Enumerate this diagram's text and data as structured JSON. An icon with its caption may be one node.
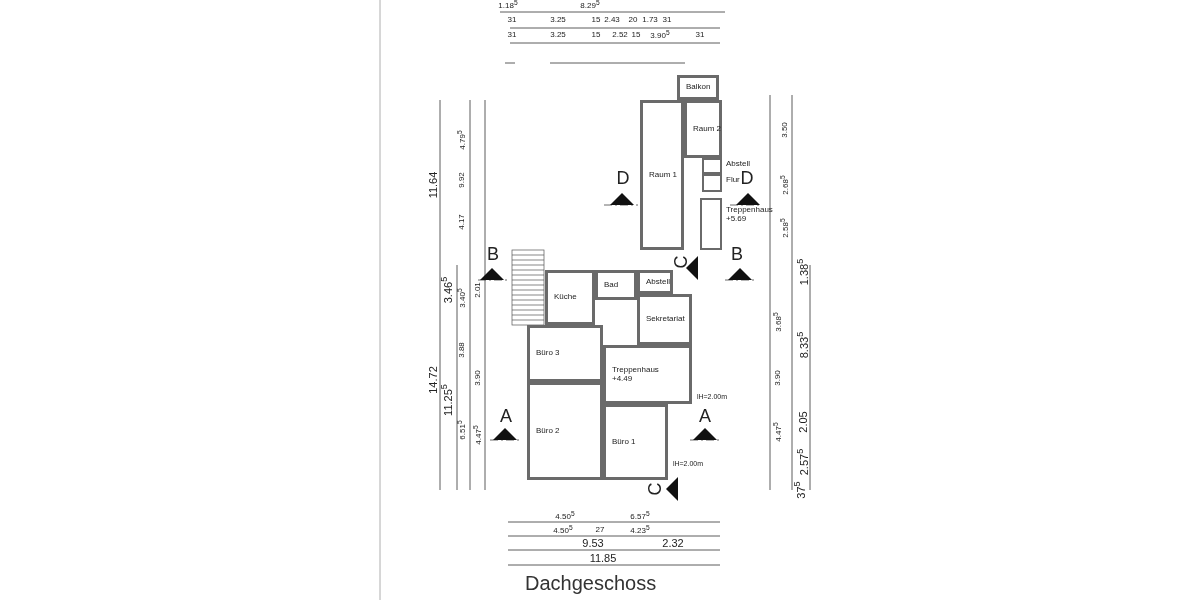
{
  "diagram": {
    "caption": "Dachgeschoss",
    "nodes": [
      {
        "text": [
          "Balkon"
        ]
      },
      {
        "text": [
          "Raum 1"
        ]
      },
      {
        "text": [
          "Raum 2"
        ]
      },
      {
        "text": [],
        "shape": "box",
        "beside": [
          "Abstell"
        ]
      },
      {
        "text": [],
        "shape": "box",
        "beside": [
          "Flur"
        ]
      },
      {
        "text": [],
        "shape": "box",
        "beside": [
          "Treppenhaus",
          "+5.69"
        ]
      },
      {
        "text": [
          "Küche"
        ]
      },
      {
        "text": [
          "Bad"
        ]
      },
      {
        "text": [
          "Abstell"
        ]
      },
      {
        "text": [
          "Sekretariat"
        ]
      },
      {
        "text": [
          "Büro 3"
        ]
      },
      {
        "text": [
          "Treppenhaus",
          "+4.49"
        ]
      },
      {
        "text": [
          "Büro 2"
        ]
      },
      {
        "text": [
          "Büro 1"
        ]
      }
    ],
    "edges": [],
    "labels": [
      "1.18$^{5}$",
      "8.29$^{5}$",
      "31",
      "3.25",
      "15",
      "2.43",
      "20",
      "1.73",
      "31",
      "31",
      "3.25",
      "15",
      "2.52",
      "15",
      "3.90$^{5}$",
      "31",
      "11.64",
      "14.72",
      "11.25$^{5}$",
      "3.46$^{5}$",
      "9.92",
      "4.79$^{5}$",
      "4.17",
      "3.40$^{5}$",
      "2.01",
      "3.88",
      "3.90",
      "6.51$^{5}$",
      "4.47$^{5}$",
      "3.50",
      "2.68$^{5}$",
      "2.58$^{5}$",
      "3.68$^{5}$",
      "3.90",
      "4.47$^{5}$",
      "1.38$^{5}$",
      "8.33$^{5}$",
      "2.05",
      "2.57$^{5}$",
      "37$^{5}$",
      "4.50$^{5}$",
      "6.57$^{5}$",
      "4.50$^{5}$",
      "27",
      "4.23$^{5}$",
      "9.53",
      "2.32",
      "11.85",
      "A",
      "A",
      "B",
      "B",
      "C",
      "C",
      "D",
      "D",
      "lH=2.00m",
      "lH=2.00m"
    ]
  }
}
